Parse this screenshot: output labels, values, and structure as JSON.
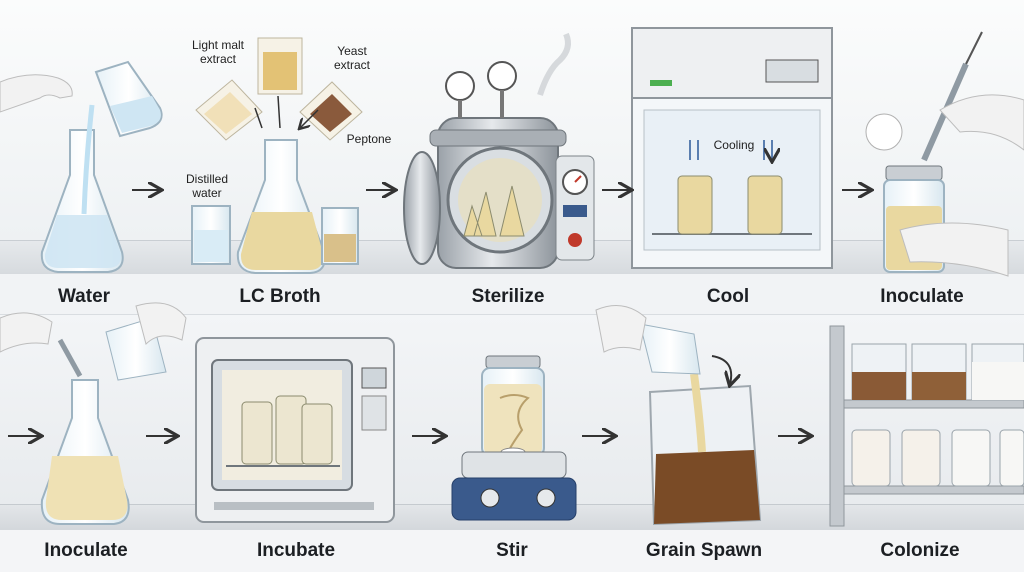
{
  "row1": {
    "titles": [
      "Water",
      "LC Broth",
      "Sterilize",
      "Cool",
      "Inoculate"
    ]
  },
  "row2": {
    "titles": [
      "Inoculate",
      "Incubate",
      "Stir",
      "Grain Spawn",
      "Colonize"
    ]
  },
  "labels": {
    "light_malt": "Light malt extract",
    "yeast": "Yeast extract",
    "peptone": "Peptone",
    "distilled": "Distilled water",
    "cooling": "Cooling"
  },
  "colors": {
    "broth": "#e9d8a0",
    "water": "#cfe6f3",
    "steel": "#c9ced3",
    "grain": "#7a4b26",
    "glove": "#f2f2f2",
    "accent_blue": "#3a5a8c"
  }
}
